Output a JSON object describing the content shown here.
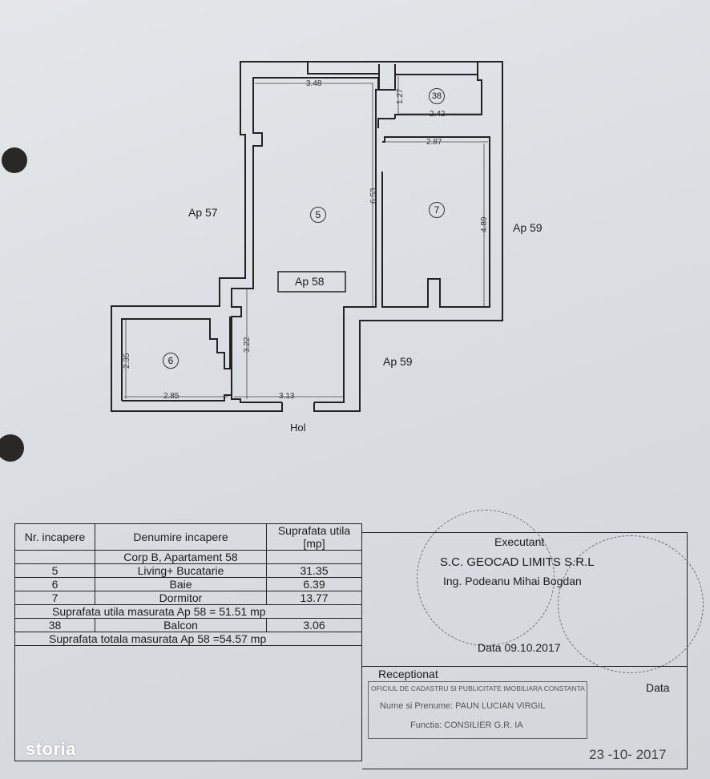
{
  "plan": {
    "neighbors": {
      "left": "Ap 57",
      "right_top": "Ap 59",
      "right_bottom": "Ap 59",
      "bottom": "Hol"
    },
    "apartment_label": "Ap 58",
    "rooms": [
      {
        "number": "5"
      },
      {
        "number": "6"
      },
      {
        "number": "7"
      },
      {
        "number": "38"
      }
    ],
    "dimensions": {
      "living_width_top": "3.48",
      "living_height": "6.53",
      "balcony_height": "1.27",
      "balcony_width": "2.42",
      "bedroom_width": "2.87",
      "bedroom_height": "4.89",
      "bath_height": "2.35",
      "bath_width": "2.85",
      "hall_height": "3.22",
      "hall_width": "3.13"
    }
  },
  "table": {
    "headers": [
      "Nr. incapere",
      "Denumire incapere",
      "Suprafata utila [mp]"
    ],
    "building_row": "Corp B, Apartament 58",
    "rows": [
      {
        "nr": "5",
        "name": "Living+ Bucatarie",
        "area": "31.35"
      },
      {
        "nr": "6",
        "name": "Baie",
        "area": "6.39"
      },
      {
        "nr": "7",
        "name": "Dormitor",
        "area": "13.77"
      }
    ],
    "useful_total": "Suprafata utila masurata Ap 58 =  51.51 mp",
    "balcony_row": {
      "nr": "38",
      "name": "Balcon",
      "area": "3.06"
    },
    "grand_total": "Suprafata totala masurata Ap 58 =54.57   mp"
  },
  "executant": {
    "title": "Executant",
    "company": "S.C. GEOCAD LIMITS S.R.L",
    "engineer": "Ing. Podeanu Mihai Bogdan",
    "date": "Data 09.10.2017"
  },
  "receptionat": {
    "title": "Receptionat",
    "date_label": "Data",
    "stamp_office": "OFICIUL DE CADASTRU SI PUBLICITATE IMOBILIARA CONSTANTA",
    "stamp_name": "Nume si Prenume: PAUN LUCIAN VIRGIL",
    "stamp_function": "Functia: CONSILIER G.R. IA",
    "date_value": "23 -10- 2017"
  },
  "watermark": "storia"
}
